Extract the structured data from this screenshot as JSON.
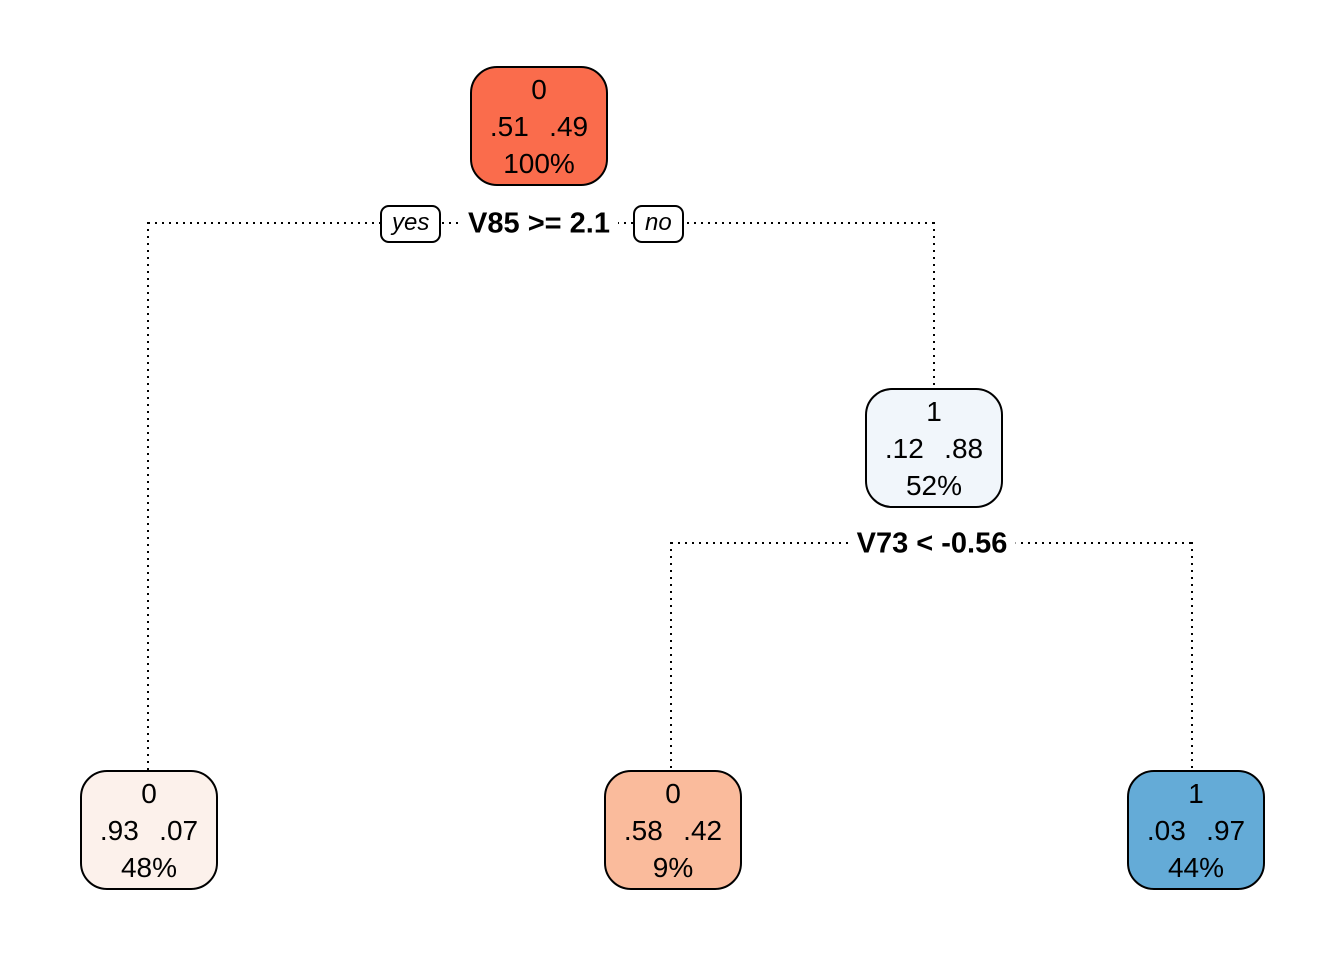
{
  "figure": {
    "background": "#ffffff",
    "line_color": "#000000",
    "text_color": "#000000"
  },
  "tree": {
    "splits": [
      {
        "condition": "V85 >= 2.1",
        "yes_label": "yes",
        "no_label": "no"
      },
      {
        "condition": "V73 < -0.56"
      }
    ],
    "nodes": {
      "root": {
        "class_label": "0",
        "probs": ".51 .49",
        "coverage": "100%",
        "fill": "#FA6C4C"
      },
      "right": {
        "class_label": "1",
        "probs": ".12 .88",
        "coverage": "52%",
        "fill": "#F1F6FB"
      },
      "leaf_left": {
        "class_label": "0",
        "probs": ".93 .07",
        "coverage": "48%",
        "fill": "#FCF1EB"
      },
      "leaf_mid": {
        "class_label": "0",
        "probs": ".58 .42",
        "coverage": "9%",
        "fill": "#FABB9C"
      },
      "leaf_right": {
        "class_label": "1",
        "probs": ".03 .97",
        "coverage": "44%",
        "fill": "#64ABD7"
      }
    }
  }
}
